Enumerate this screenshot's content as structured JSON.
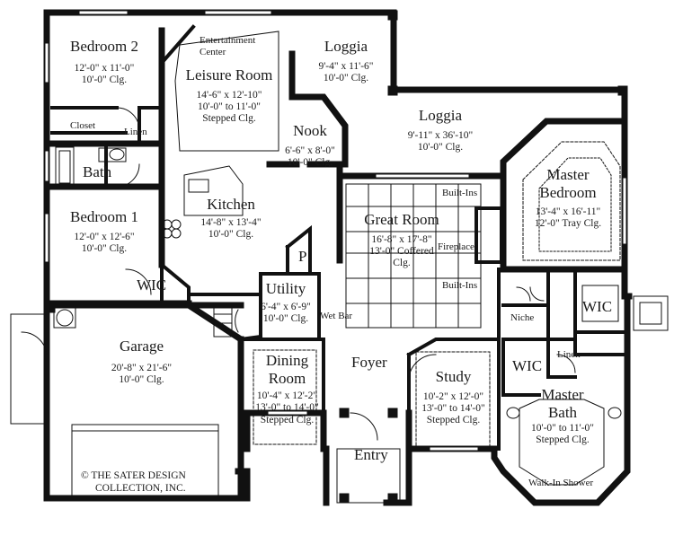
{
  "rooms": {
    "bedroom2": {
      "name": "Bedroom 2",
      "size": "12'-0\" x 11'-0\"",
      "ceiling": "10'-0\" Clg."
    },
    "closet": {
      "name": "Closet"
    },
    "linen_top": {
      "name": "Linen"
    },
    "bath": {
      "name": "Bath"
    },
    "bedroom1": {
      "name": "Bedroom 1",
      "size": "12'-0\" x 12'-6\"",
      "ceiling": "10'-0\" Clg."
    },
    "wic_left": {
      "name": "WIC"
    },
    "entertainment": {
      "line1": "Entertainment",
      "line2": "Center"
    },
    "leisure": {
      "name": "Leisure Room",
      "size": "14'-6\" x 12'-10\"",
      "ceiling1": "10'-0\" to 11'-0\"",
      "ceiling2": "Stepped Clg."
    },
    "loggia_top": {
      "name": "Loggia",
      "size": "9'-4\" x 11'-6\"",
      "ceiling": "10'-0\" Clg."
    },
    "loggia_main": {
      "name": "Loggia",
      "size": "9'-11\" x 36'-10\"",
      "ceiling": "10'-0\" Clg."
    },
    "nook": {
      "name": "Nook",
      "size": "6'-6\" x 8'-0\"",
      "ceiling": "10'-0\" Clg."
    },
    "kitchen": {
      "name": "Kitchen",
      "size": "14'-8\" x 13'-4\"",
      "ceiling": "10'-0\" Clg."
    },
    "great_room": {
      "name": "Great Room",
      "size": "16'-8\" x 17'-8\"",
      "ceiling1": "13'-0\" Coffered",
      "ceiling2": "Clg."
    },
    "builtins_top": {
      "name": "Built-Ins"
    },
    "builtins_bottom": {
      "name": "Built-Ins"
    },
    "fireplace": {
      "name": "Fireplace"
    },
    "master_bed": {
      "name1": "Master",
      "name2": "Bedroom",
      "size": "13'-4\" x 16'-11\"",
      "ceiling": "12'-0\" Tray Clg."
    },
    "pantry": {
      "name": "P"
    },
    "utility": {
      "name": "Utility",
      "size": "6'-4\" x 6'-9\"",
      "ceiling": "10'-0\" Clg."
    },
    "wet_bar": {
      "name": "Wet Bar"
    },
    "niche": {
      "name": "Niche"
    },
    "wic_master": {
      "name": "WIC"
    },
    "wic_bath": {
      "name": "WIC"
    },
    "linen_master": {
      "name": "Linen"
    },
    "garage": {
      "name": "Garage",
      "size": "20'-8\" x 21'-6\"",
      "ceiling": "10'-0\" Clg."
    },
    "dining": {
      "name1": "Dining",
      "name2": "Room",
      "size": "10'-4\" x 12'-2\"",
      "ceiling1": "13'-0\" to 14'-0\"",
      "ceiling2": "Stepped Clg."
    },
    "foyer": {
      "name": "Foyer"
    },
    "study": {
      "name": "Study",
      "size": "10'-2\" x 12'-0\"",
      "ceiling1": "13'-0\" to 14'-0\"",
      "ceiling2": "Stepped Clg."
    },
    "master_bath": {
      "name1": "Master",
      "name2": "Bath",
      "size": "10'-0\" to 11'-0\"",
      "ceiling": "Stepped Clg."
    },
    "shower": {
      "name": "Walk-In Shower"
    },
    "entry": {
      "name": "Entry"
    }
  },
  "credit": {
    "line1": "© THE SATER DESIGN",
    "line2": "COLLECTION, INC."
  }
}
